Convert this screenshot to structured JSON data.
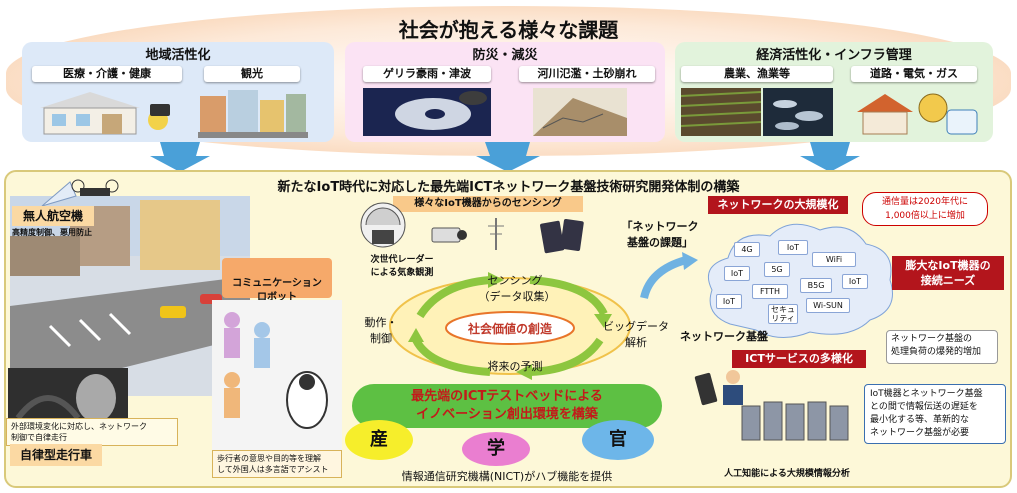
{
  "header": {
    "title": "社会が抱える様々な課題"
  },
  "categories": [
    {
      "title": "地域活性化",
      "items": [
        "医療・介護・健康",
        "観光"
      ]
    },
    {
      "title": "防災・減災",
      "items": [
        "ゲリラ豪雨・津波",
        "河川氾濫・土砂崩れ"
      ]
    },
    {
      "title": "経済活性化・インフラ管理",
      "items": [
        "農業、漁業等",
        "道路・電気・ガス"
      ]
    }
  ],
  "main": {
    "title": "新たなIoT時代に対応した最先端ICTネットワーク基盤技術研究開発体制の構築",
    "left": {
      "drone_label": "無人航空機",
      "drone_note": "高精度制御、悪用防止",
      "robot_label": "コミュニケーション\nロボット",
      "car_note": "外部環境変化に対応し、ネットワーク\n制御で自律走行",
      "car_label": "自律型走行車",
      "guide_note": "歩行者の意思や目的等を理解\nして外国人は多言語でアシスト"
    },
    "center": {
      "sensing_banner": "様々なIoT機器からのセンシング",
      "radar_label": "次世代レーダー\nによる気象観測",
      "cycle_sensing": "センシング",
      "cycle_sensing_sub": "（データ収集）",
      "cycle_center": "社会価値の創造",
      "cycle_left": "動作・\n制御",
      "cycle_right": "ビッグデータ\n解析",
      "cycle_bottom": "将来の予測",
      "testbed": "最先端のICTテストベッドによる\nイノベーション創出環境を構築",
      "industry": "産",
      "academia": "学",
      "government": "官",
      "nict": "情報通信研究機構(NICT)がハブ機能を提供"
    },
    "right": {
      "issue_label": "「ネットワーク\n基盤の課題」",
      "scale_box": "ネットワークの大規模化",
      "traffic_note": "通信量は2020年代に\n1,000倍以上に増加",
      "iot_needs": "膨大なIoT機器の\n接続ニーズ",
      "cloud_items": [
        "4G",
        "IoT",
        "5G",
        "WiFi",
        "IoT",
        "FTTH",
        "B5G",
        "IoT",
        "IoT",
        "Wi-SUN",
        "セキュ\nリティ"
      ],
      "network_base": "ネットワーク基盤",
      "ict_diverse": "ICTサービスの多様化",
      "load_note": "ネットワーク基盤の\n処理負荷の爆発的増加",
      "latency_note": "IoT機器とネットワーク基盤\nとの間で情報伝送の遅延を\n最小化する等、革新的な\nネットワーク基盤が必要",
      "ai_label": "人工知能による大規模情報分析"
    }
  },
  "colors": {
    "panel_blue": "#dde9f8",
    "panel_pink": "#fbe3f4",
    "panel_green": "#e2f3dc",
    "main_bg": "#fdf8d8",
    "red": "#b3151c",
    "arrow_blue": "#4aa0d8"
  }
}
